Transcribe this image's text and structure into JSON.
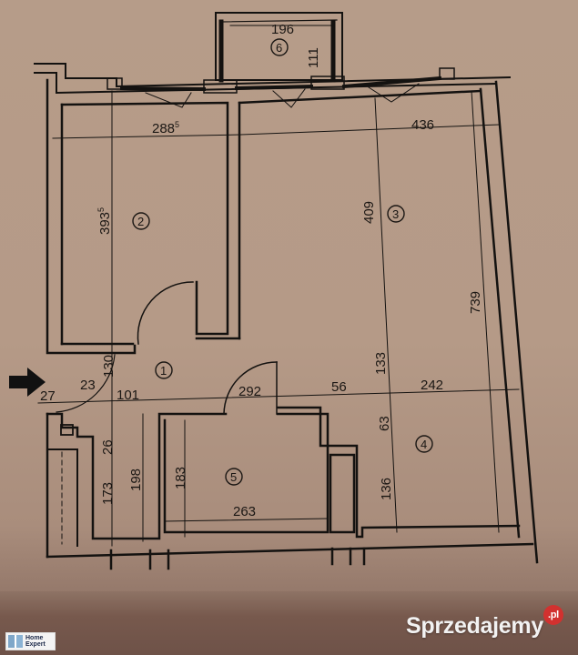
{
  "plan": {
    "rooms": [
      {
        "id": "1",
        "label": "1"
      },
      {
        "id": "2",
        "label": "2"
      },
      {
        "id": "3",
        "label": "3"
      },
      {
        "id": "4",
        "label": "4"
      },
      {
        "id": "5",
        "label": "5"
      },
      {
        "id": "6",
        "label": "6"
      }
    ],
    "dimensions": {
      "balcony_width": "196",
      "balcony_depth": "111",
      "room2_width": "288",
      "room2_width_sup": "5",
      "room2_height": "393",
      "room2_height_sup": "5",
      "room3_width": "436",
      "room3_height": "409",
      "total_height_right": "739",
      "entry_door": "130",
      "hall_27": "27",
      "hall_23": "23",
      "hall_101": "101",
      "hall_292": "292",
      "hall_56": "56",
      "room4_width": "242",
      "dim_133": "133",
      "dim_63": "63",
      "dim_136": "136",
      "dim_26": "26",
      "dim_173": "173",
      "dim_198": "198",
      "room5_height": "183",
      "room5_width": "263"
    },
    "entry_arrow": "entry-arrow"
  },
  "watermarks": {
    "home_expert_line1": "Home",
    "home_expert_line2": "Expert",
    "sprzedajemy": "Sprzedajemy",
    "sprzedajemy_tld": ".pl"
  }
}
